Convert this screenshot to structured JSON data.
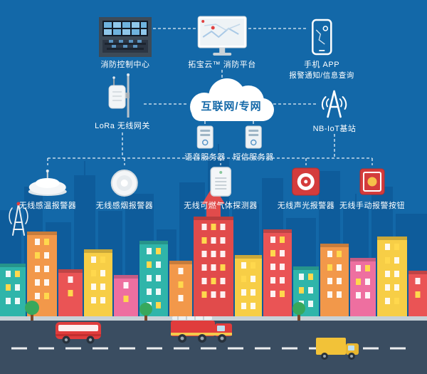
{
  "colors": {
    "background": "#1368a8",
    "skyline": "#0e5c9b",
    "cloud_fill": "#ffffff",
    "cloud_text": "#1368a8",
    "label_text": "#ffffff",
    "alarm_red": "#d43c3c"
  },
  "nodes": {
    "control_center": {
      "label": "消防控制中心"
    },
    "platform": {
      "label": "拓宝云™ 消防平台"
    },
    "mobile_app": {
      "line1": "手机 APP",
      "line2": "报警通知/信息查询"
    },
    "cloud": {
      "label": "互联网/专网"
    },
    "lora_gateway": {
      "label": "LoRa 无线网关"
    },
    "nbiot_station": {
      "label": "NB-IoT基站"
    },
    "voice_server": {
      "label": "语音服务器"
    },
    "sms_server": {
      "label": "短信服务器"
    },
    "devices": [
      {
        "label": "无线感温报警器"
      },
      {
        "label": "无线感烟报警器"
      },
      {
        "label": "无线可燃气体探测器"
      },
      {
        "label": "无线声光报警器"
      },
      {
        "label": "无线手动报警按钮"
      }
    ]
  }
}
